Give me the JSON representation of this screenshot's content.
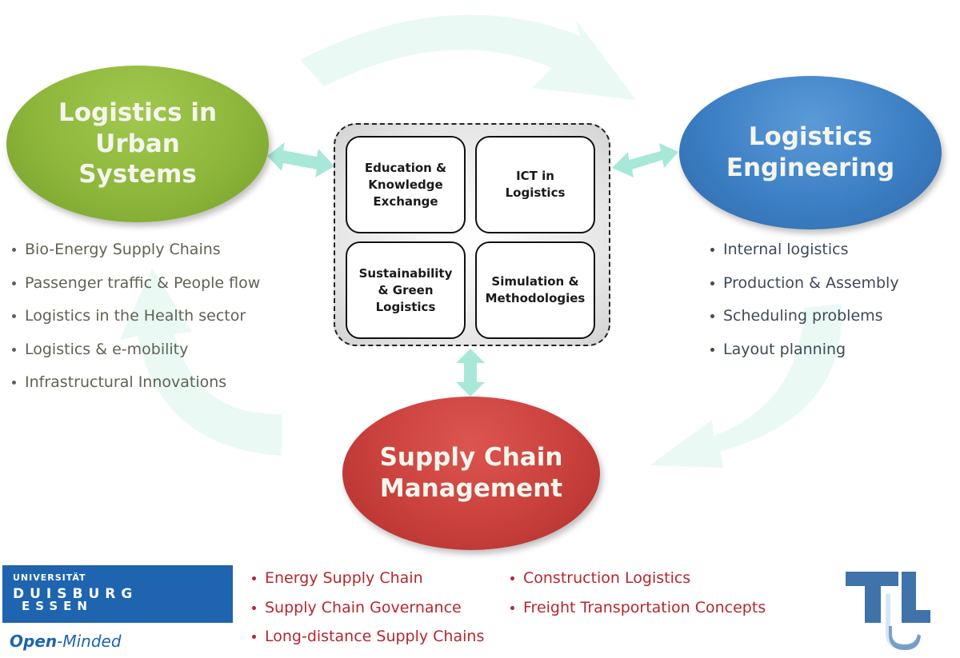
{
  "diagram": {
    "nodes": {
      "urban": {
        "title": "Logistics in\nUrban\nSystems",
        "color": "#8db63b",
        "items": [
          "Bio-Energy Supply Chains",
          "Passenger traffic & People flow",
          "Logistics in the Health sector",
          "Logistics & e-mobility",
          "Infrastructural Innovations"
        ]
      },
      "engineering": {
        "title": "Logistics\nEngineering",
        "color": "#3c7fc4",
        "items": [
          "Internal logistics",
          "Production & Assembly",
          "Scheduling problems",
          "Layout planning"
        ]
      },
      "scm": {
        "title": "Supply Chain\nManagement",
        "color": "#c9403c",
        "items_col1": [
          "Energy Supply Chain",
          "Supply Chain Governance",
          "Long-distance Supply Chains"
        ],
        "items_col2": [
          "Construction Logistics",
          "Freight Transportation Concepts"
        ]
      }
    },
    "center": {
      "cells": [
        "Education &\nKnowledge\nExchange",
        "ICT in\nLogistics",
        "Sustainability\n& Green\nLogistics",
        "Simulation &\nMethodologies"
      ]
    },
    "connector_color": "#a8e8d8",
    "cycle_arrow_color": "#e6f8f2"
  },
  "logos": {
    "ude": {
      "line1": "UNIVERSITÄT",
      "line2": "DUISBURG",
      "line3": "ESSEN",
      "tagline_bold": "Open",
      "tagline_rest": "-Minded",
      "color": "#1e64ae"
    },
    "tul": {
      "letters": "TUL",
      "color": "#3f73aa"
    }
  }
}
